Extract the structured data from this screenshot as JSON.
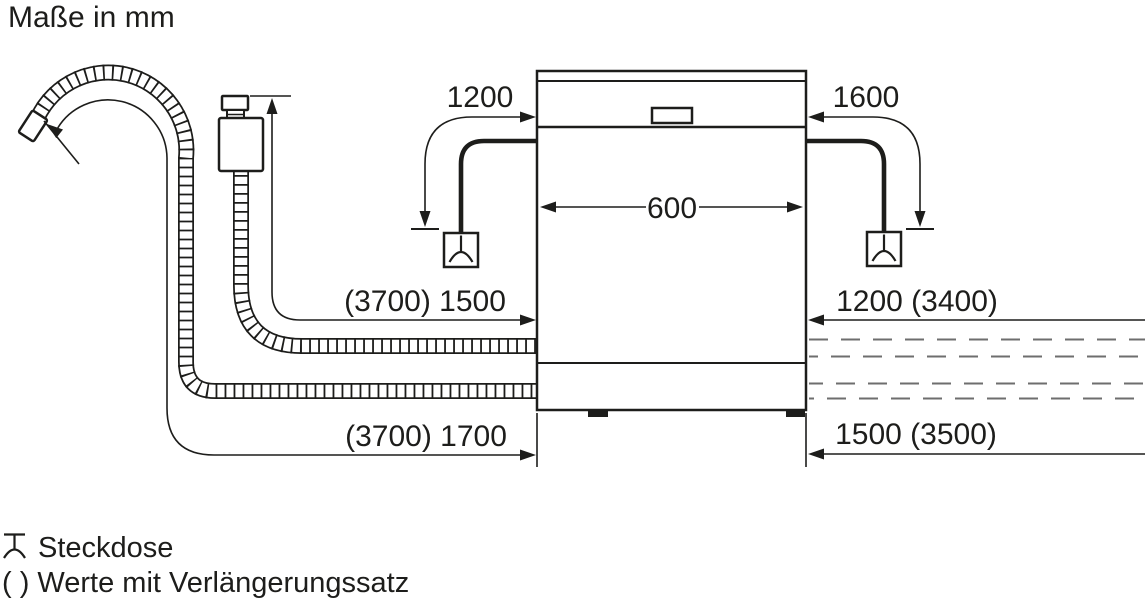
{
  "title": "Maße in mm",
  "diagram": {
    "labels": {
      "top_left": "1200",
      "top_right": "1600",
      "width": "600",
      "mid_left": "(3700) 1500",
      "mid_right": "1200 (3400)",
      "bottom_left": "(3700) 1700",
      "bottom_right": "1500 (3500)"
    },
    "legend": {
      "socket": "Steckdose",
      "extension": "( ) Werte mit Verlängerungssatz"
    },
    "colors": {
      "line": "#1d1d1b",
      "dashed_line": "#6e6e6e",
      "background": "#ffffff"
    }
  }
}
